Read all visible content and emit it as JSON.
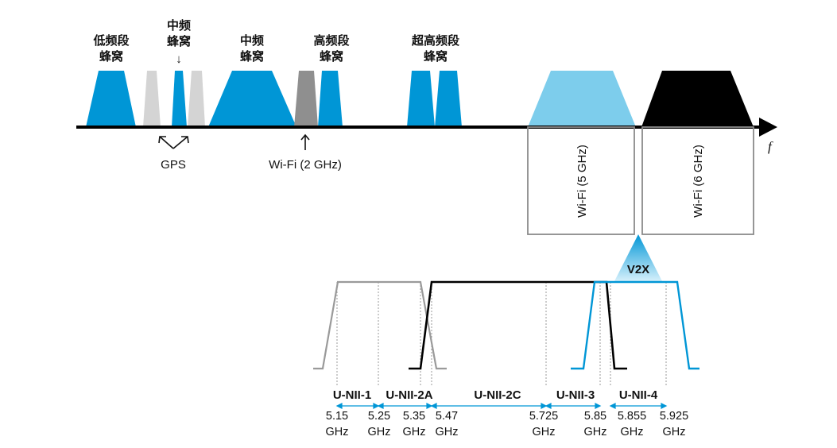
{
  "colors": {
    "blue": "#0096d6",
    "light_blue": "#7dcdec",
    "light_gray": "#d4d4d4",
    "mid_gray": "#8f8f8f",
    "gray_line": "#9a9a9a",
    "black": "#000000"
  },
  "bands": {
    "low_cellular": {
      "line1": "低频段",
      "line2": "蜂窝"
    },
    "mid_cellular_small": {
      "line1": "中频",
      "line2": "蜂窝",
      "arrow": "↓"
    },
    "mid_cellular": {
      "line1": "中频",
      "line2": "蜂窝"
    },
    "high_cellular": {
      "line1": "高频段",
      "line2": "蜂窝"
    },
    "ultra_high_cellular": {
      "line1": "超高频段",
      "line2": "蜂窝"
    }
  },
  "axis_label": "f",
  "gps_label": "GPS",
  "wifi_2ghz_label": "Wi-Fi (2 GHz)",
  "wifi_5ghz_label": "Wi-Fi (5 GHz)",
  "wifi_6ghz_label": "Wi-Fi (6 GHz)",
  "v2x_label": "V2X",
  "unii_channels": [
    "U-NII-1",
    "U-NII-2A",
    "U-NII-2C",
    "U-NII-3",
    "U-NII-4"
  ],
  "frequencies": [
    {
      "value": "5.15",
      "unit": "GHz"
    },
    {
      "value": "5.25",
      "unit": "GHz"
    },
    {
      "value": "5.35",
      "unit": "GHz"
    },
    {
      "value": "5.47",
      "unit": "GHz"
    },
    {
      "value": "5.725",
      "unit": "GHz"
    },
    {
      "value": "5.85",
      "unit": "GHz"
    },
    {
      "value": "5.855",
      "unit": "GHz"
    },
    {
      "value": "5.925",
      "unit": "GHz"
    }
  ]
}
